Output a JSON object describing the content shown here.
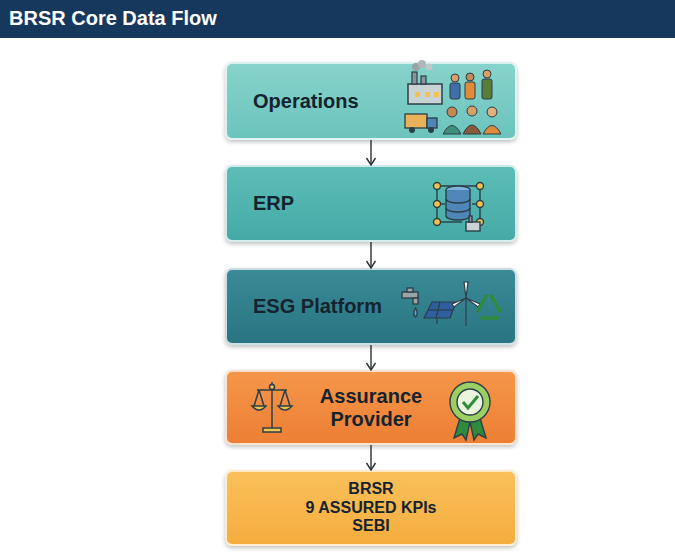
{
  "diagram": {
    "title": "BRSR Core Data Flow",
    "nodes": [
      {
        "text": [
          "Operations"
        ]
      },
      {
        "text": [
          "ERP"
        ]
      },
      {
        "text": [
          "ESG Platform"
        ]
      },
      {
        "text": [
          "Assurance Provider"
        ]
      },
      {
        "text": [
          "BRSR",
          "9 ASSURED KPIs",
          "SEBI"
        ]
      }
    ],
    "edges": [
      {
        "from": 0,
        "to": 1,
        "arrow": "to"
      },
      {
        "from": 1,
        "to": 2,
        "arrow": "to"
      },
      {
        "from": 2,
        "to": 3,
        "arrow": "to"
      },
      {
        "from": 3,
        "to": 4,
        "arrow": "to"
      }
    ]
  }
}
